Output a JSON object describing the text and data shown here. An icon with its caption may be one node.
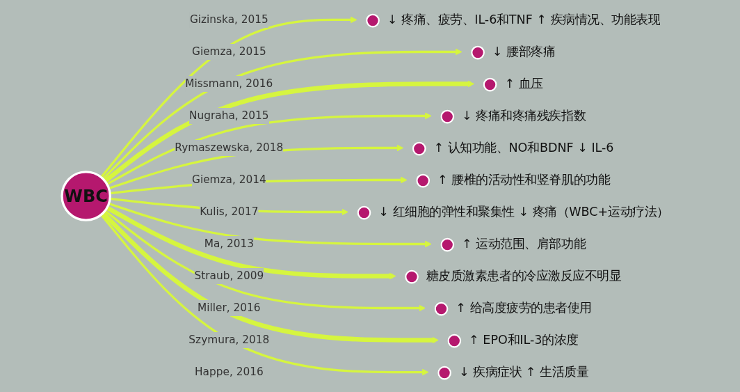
{
  "diagram": {
    "nodes": [
      {
        "text": [
          "WBC"
        ]
      },
      {
        "text": [
          "↓ 疼痛、疲劳、IL-6和TNF ↑ 疾病情况、功能表现"
        ]
      },
      {
        "text": [
          "↓ 腰部疼痛"
        ]
      },
      {
        "text": [
          "↑ 血压"
        ]
      },
      {
        "text": [
          "↓ 疼痛和疼痛残疾指数"
        ]
      },
      {
        "text": [
          "↑ 认知功能、NO和BDNF ↓ IL-6"
        ]
      },
      {
        "text": [
          "↑ 腰椎的活动性和竖脊肌的功能"
        ]
      },
      {
        "text": [
          "↓ 红细胞的弹性和聚集性 ↓ 疼痛（WBC+运动疗法）"
        ]
      },
      {
        "text": [
          "↑ 运动范围、肩部功能"
        ]
      },
      {
        "text": [
          "糖皮质激素患者的冷应激反应不明显"
        ]
      },
      {
        "text": [
          "↑ 给高度疲劳的患者使用"
        ]
      },
      {
        "text": [
          "↑ EPO和IL-3的浓度"
        ]
      },
      {
        "text": [
          "↓ 疾病症状 ↑ 生活质量"
        ]
      }
    ],
    "edges": [
      {
        "from": 0,
        "to": 1,
        "arrow": "to",
        "label": "Gizinska, 2015"
      },
      {
        "from": 0,
        "to": 2,
        "arrow": "to",
        "label": "Giemza, 2015"
      },
      {
        "from": 0,
        "to": 3,
        "arrow": "to",
        "label": "Missmann, 2016",
        "style": "thick"
      },
      {
        "from": 0,
        "to": 4,
        "arrow": "to",
        "label": "Nugraha, 2015"
      },
      {
        "from": 0,
        "to": 5,
        "arrow": "to",
        "label": "Rymaszewska, 2018"
      },
      {
        "from": 0,
        "to": 6,
        "arrow": "to",
        "label": "Giemza, 2014"
      },
      {
        "from": 0,
        "to": 7,
        "arrow": "to",
        "label": "Kulis, 2017"
      },
      {
        "from": 0,
        "to": 8,
        "arrow": "to",
        "label": "Ma, 2013"
      },
      {
        "from": 0,
        "to": 9,
        "arrow": "to",
        "label": "Straub, 2009",
        "style": "thick"
      },
      {
        "from": 0,
        "to": 10,
        "arrow": "to",
        "label": "Miller, 2016"
      },
      {
        "from": 0,
        "to": 11,
        "arrow": "to",
        "label": "Szymura, 2018",
        "style": "thick"
      },
      {
        "from": 0,
        "to": 12,
        "arrow": "to",
        "label": "Happe, 2016"
      }
    ]
  }
}
